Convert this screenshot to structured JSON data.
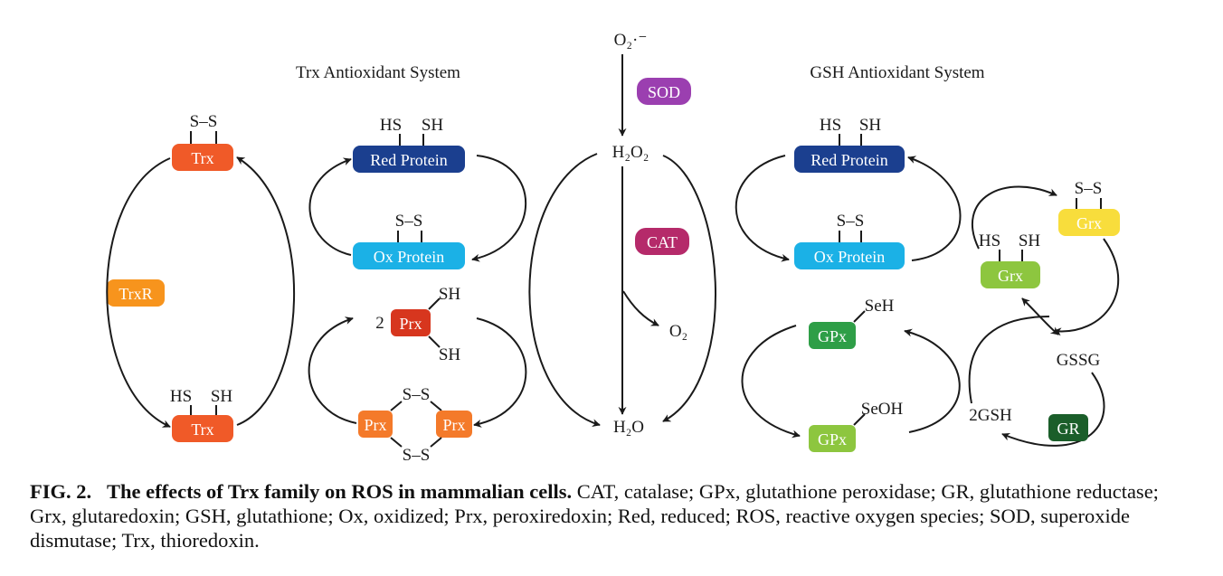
{
  "titles": {
    "trx_system": "Trx Antioxidant System",
    "gsh_system": "GSH Antioxidant System"
  },
  "colors": {
    "trx": "#f05a28",
    "trxr": "#f7941d",
    "red_protein": "#1b3f8f",
    "ox_protein": "#1bb1e6",
    "prx_red": "#d7361e",
    "prx_ox": "#f47a2a",
    "sod": "#9b3fb0",
    "cat": "#b52a6a",
    "gpx_red": "#2e9e47",
    "gpx_ox": "#8dc63f",
    "grx_red": "#8dc63f",
    "grx_ox": "#f8dd3c",
    "gr": "#1b5e2a"
  },
  "nodes": {
    "trx_ox": "Trx",
    "trx_red": "Trx",
    "trxr": "TrxR",
    "red_protein_left": "Red Protein",
    "ox_protein_left": "Ox Protein",
    "prx_red": "Prx",
    "prx_ox_left": "Prx",
    "prx_ox_right": "Prx",
    "sod": "SOD",
    "cat": "CAT",
    "red_protein_right": "Red Protein",
    "ox_protein_right": "Ox Protein",
    "gpx_red": "GPx",
    "gpx_ox": "GPx",
    "grx_red": "Grx",
    "grx_ox": "Grx",
    "gr": "GR"
  },
  "labels": {
    "hs": "HS",
    "sh": "SH",
    "s_s": "S–S",
    "prx_coefficient": "2",
    "seh": "SeH",
    "seoh": "SeOH",
    "o2_radical": "O₂·⁻",
    "h2o2": "H₂O₂",
    "o2": "O₂",
    "h2o": "H₂O",
    "gssg": "GSSG",
    "two_gsh": "2GSH"
  },
  "caption": {
    "fig_label": "FIG. 2.",
    "bold_title": "The effects of Trx family on ROS in mammalian cells.",
    "body": " CAT, catalase; GPx, glutathione peroxidase; GR, glutathione reductase; Grx, glutaredoxin; GSH, glutathione; Ox, oxidized; Prx, peroxiredoxin; Red, reduced; ROS, reactive oxygen species; SOD, superoxide dismutase; Trx, thioredoxin."
  }
}
